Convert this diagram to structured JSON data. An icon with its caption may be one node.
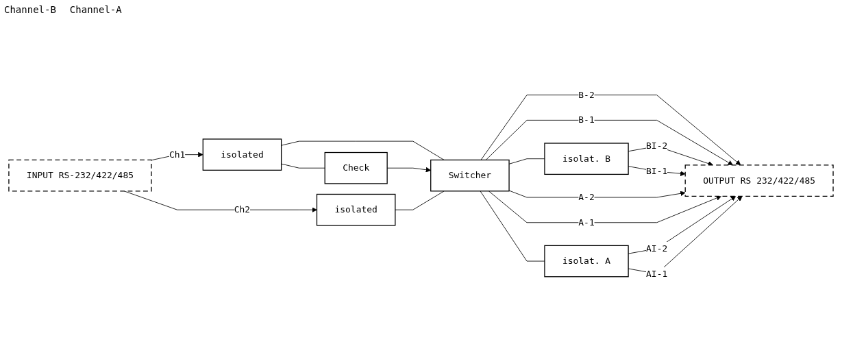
{
  "diagram": {
    "nodes": [
      {
        "text": [
          "INPUT RS-232/422/485"
        ]
      },
      {
        "text": [
          "isolated"
        ]
      },
      {
        "text": [
          "isolated"
        ]
      },
      {
        "text": [
          "Check"
        ]
      },
      {
        "text": [
          "Switcher"
        ]
      },
      {
        "text": [
          "isolat. B"
        ]
      },
      {
        "text": [
          "isolat. A"
        ]
      },
      {
        "text": [
          "OUTPUT RS 232/422/485"
        ]
      }
    ],
    "edges": [
      {
        "from": 0,
        "to": 1,
        "arrow": "to",
        "label": "Ch1"
      },
      {
        "from": 0,
        "to": 2,
        "arrow": "to",
        "label": "Ch2"
      },
      {
        "from": 1,
        "to": 4,
        "arrow": "none"
      },
      {
        "from": 1,
        "to": 3,
        "arrow": "none"
      },
      {
        "from": 3,
        "to": 4,
        "arrow": "to"
      },
      {
        "from": 2,
        "to": 4,
        "arrow": "none"
      },
      {
        "from": 4,
        "to": 7,
        "arrow": "to",
        "label": "B-2"
      },
      {
        "from": 4,
        "to": 7,
        "arrow": "to",
        "label": "B-1"
      },
      {
        "from": 4,
        "to": 5,
        "arrow": "none"
      },
      {
        "from": 5,
        "to": 7,
        "arrow": "to",
        "label": "BI-2"
      },
      {
        "from": 5,
        "to": 7,
        "arrow": "to",
        "label": "BI-1"
      },
      {
        "from": 4,
        "to": 7,
        "arrow": "to",
        "label": "A-2"
      },
      {
        "from": 4,
        "to": 7,
        "arrow": "to",
        "label": "A-1"
      },
      {
        "from": 4,
        "to": 6,
        "arrow": "none"
      },
      {
        "from": 6,
        "to": 7,
        "arrow": "to",
        "label": "AI-2"
      },
      {
        "from": 6,
        "to": 7,
        "arrow": "to",
        "label": "AI-1"
      }
    ],
    "labels": [
      "Channel-B",
      "Channel-A"
    ]
  }
}
